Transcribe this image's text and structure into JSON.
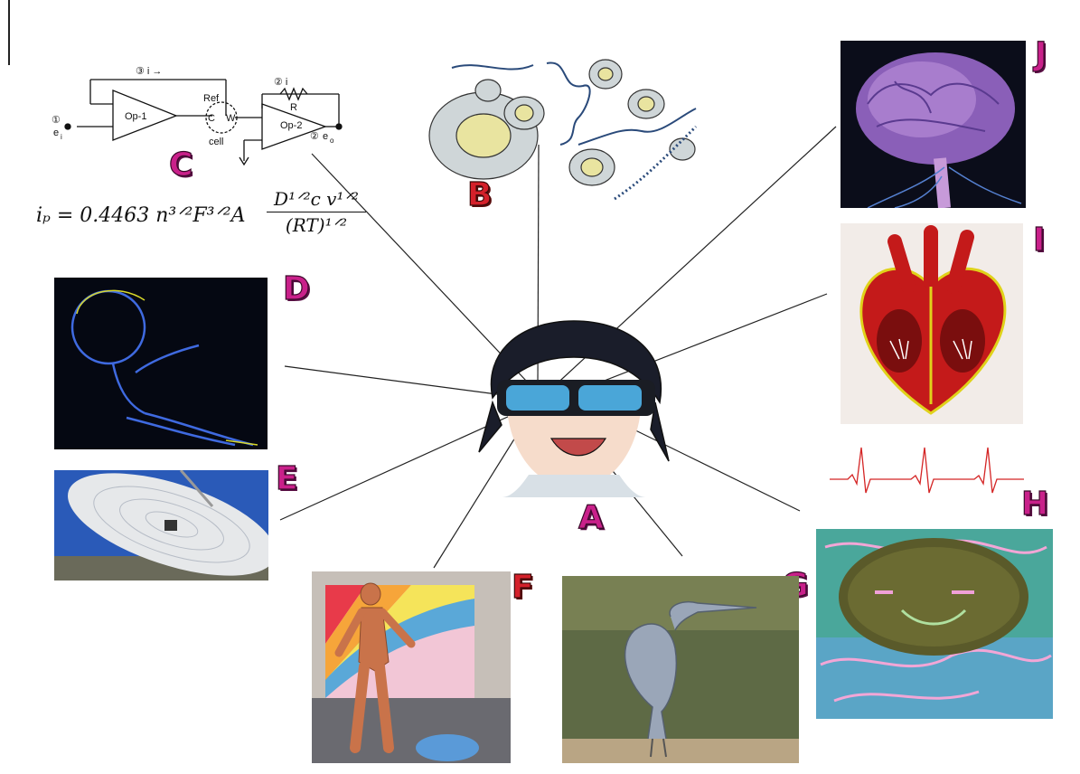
{
  "labels": {
    "A": "A",
    "B": "B",
    "C": "C",
    "D": "D",
    "E": "E",
    "F": "F",
    "G": "G",
    "H": "H",
    "I": "I",
    "J": "J"
  },
  "circuit": {
    "feedback_top": "③ i →",
    "feedback_r": "② i",
    "resistor": "R",
    "opamp1": "Op-1",
    "opamp2": "Op-2",
    "input_num": "①",
    "input": "e",
    "input_sub": "i",
    "output_num": "②",
    "output": "e",
    "output_sub": "o",
    "ref": "Ref",
    "cell": "cell",
    "c": "C",
    "w": "W"
  },
  "equation": {
    "lhs": "iₚ = 0.4463 n³ᐟ²F³ᐟ²A",
    "numerator": "D¹ᐟ²c v¹ᐟ²",
    "denominator": "(RT)¹ᐟ²"
  },
  "colors": {
    "magenta": "#c9208a",
    "red": "#d4202a",
    "line": "#222222"
  }
}
